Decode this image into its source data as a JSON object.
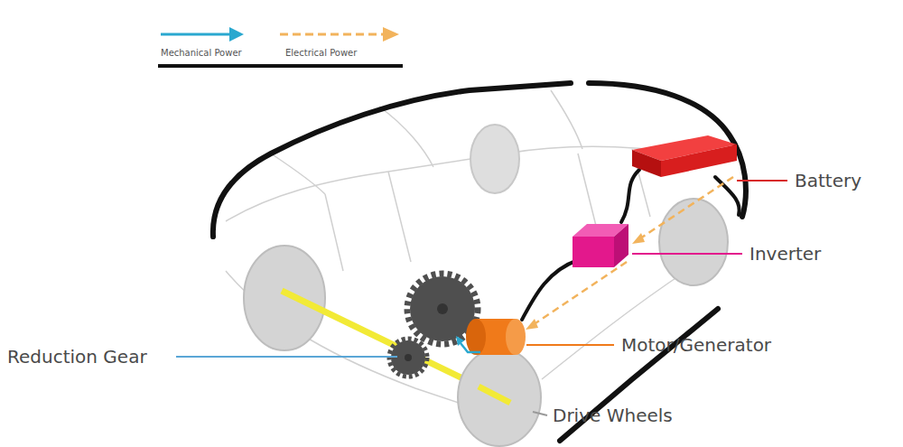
{
  "diagram": {
    "labels": [
      "Battery",
      "Inverter",
      "Reduction Gear",
      "Motor/Generator",
      "Drive Wheels"
    ],
    "legend": [
      {
        "text": "Mechanical Power"
      },
      {
        "text": "Electrical Power"
      }
    ]
  }
}
